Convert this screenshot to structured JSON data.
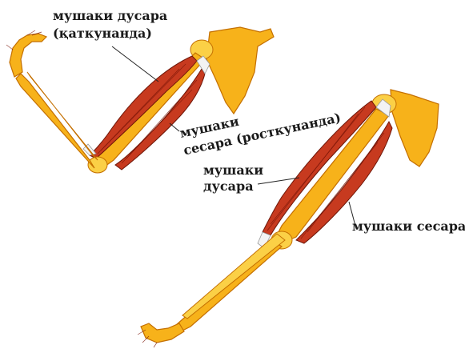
{
  "labels": {
    "flexor_line1": "мушаки дусара",
    "flexor_line2": "(қаткунанда)",
    "extensor_line1": "мушаки",
    "extensor_line2": "сесара (росткунанда)",
    "biceps_line1": "мушаки",
    "biceps_line2": "дусара",
    "triceps": "мушаки сесара"
  },
  "colors": {
    "bone": "#f7b21a",
    "muscle": "#c73a1f",
    "tendon": "#f3f3f3"
  }
}
